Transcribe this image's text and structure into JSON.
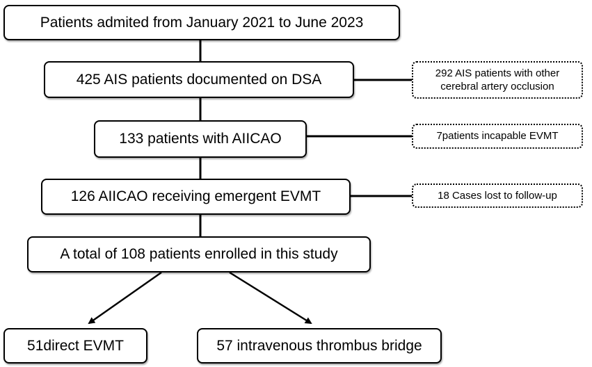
{
  "flowchart": {
    "main_steps": [
      "Patients admited from January 2021 to June 2023",
      "425 AIS patients documented on DSA",
      "133 patients with AIICAO",
      "126 AIICAO receiving emergent EVMT",
      "A total of 108 patients enrolled in this study"
    ],
    "exclusions": [
      [
        "292 AIS patients with other",
        "cerebral artery occlusion"
      ],
      [
        "7patients incapable EVMT"
      ],
      [
        "18 Cases lost to follow-up"
      ]
    ],
    "groups": [
      "51direct EVMT",
      "57 intravenous thrombus bridge"
    ]
  }
}
